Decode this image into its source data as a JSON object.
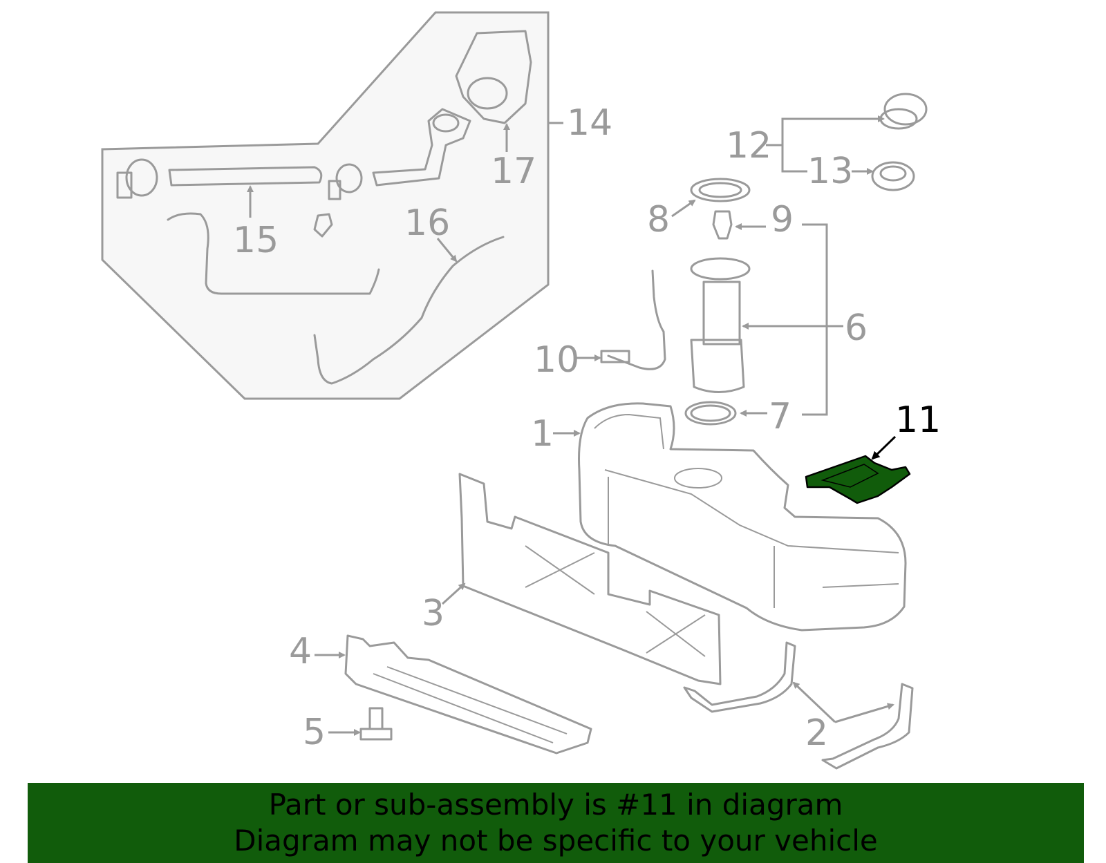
{
  "diagram": {
    "highlighted_part": "11",
    "highlight_color": "#115c0b",
    "callouts": [
      "1",
      "2",
      "3",
      "4",
      "5",
      "6",
      "7",
      "8",
      "9",
      "10",
      "11",
      "12",
      "13",
      "14",
      "15",
      "16",
      "17"
    ]
  },
  "banner": {
    "line1": "Part or sub-assembly is #11 in diagram",
    "line2": "Diagram may not be specific to your vehicle",
    "background": "#115c0b"
  }
}
